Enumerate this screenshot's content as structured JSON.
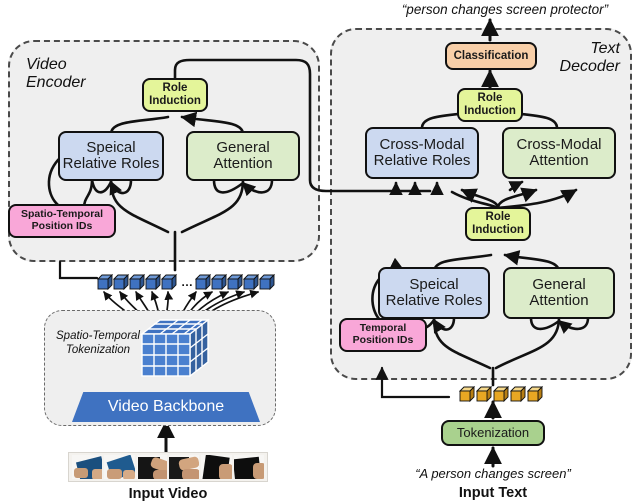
{
  "figure": {
    "type": "architecture-diagram",
    "title": "Video-Text role induction architecture"
  },
  "top_caption": "“person changes screen protector”",
  "video_encoder": {
    "label": "Video\nEncoder",
    "role_induction": "Role\nInduction",
    "special_relative_roles": "Speical\nRelative Roles",
    "general_attention": "General\nAttention",
    "position_ids": "Spatio-Temporal\nPosition IDs"
  },
  "text_decoder": {
    "label": "Text\nDecoder",
    "classification": "Classification",
    "role_induction_top": "Role\nInduction",
    "cross_modal_relative_roles": "Cross-Modal\nRelative Roles",
    "cross_modal_attention": "Cross-Modal\nAttention",
    "role_induction_bottom": "Role\nInduction",
    "special_relative_roles": "Speical\nRelative Roles",
    "general_attention": "General\nAttention",
    "position_ids": "Temporal\nPosition IDs"
  },
  "video_pipeline": {
    "tokenization_label": "Spatio-Temporal\nTokenization",
    "backbone": "Video Backbone",
    "token_count_left": 5,
    "token_count_right": 5,
    "token_ellipsis": "…",
    "input_caption": "Input Video",
    "frame_count": 6
  },
  "text_pipeline": {
    "tokenization": "Tokenization",
    "token_count": 5,
    "input_sentence": "“A person changes screen”",
    "input_caption": "Input Text"
  },
  "colors": {
    "role_induction": "#e4f59a",
    "relative_roles": "#ccd9f0",
    "attention": "#dcecca",
    "position_ids": "#f9a7d8",
    "classification": "#f8cfa8",
    "tokenization": "#a9d18e",
    "video_token": "#3f72c1",
    "text_token": "#e8a723",
    "module_bg": "#efefef",
    "stroke": "#111111"
  }
}
